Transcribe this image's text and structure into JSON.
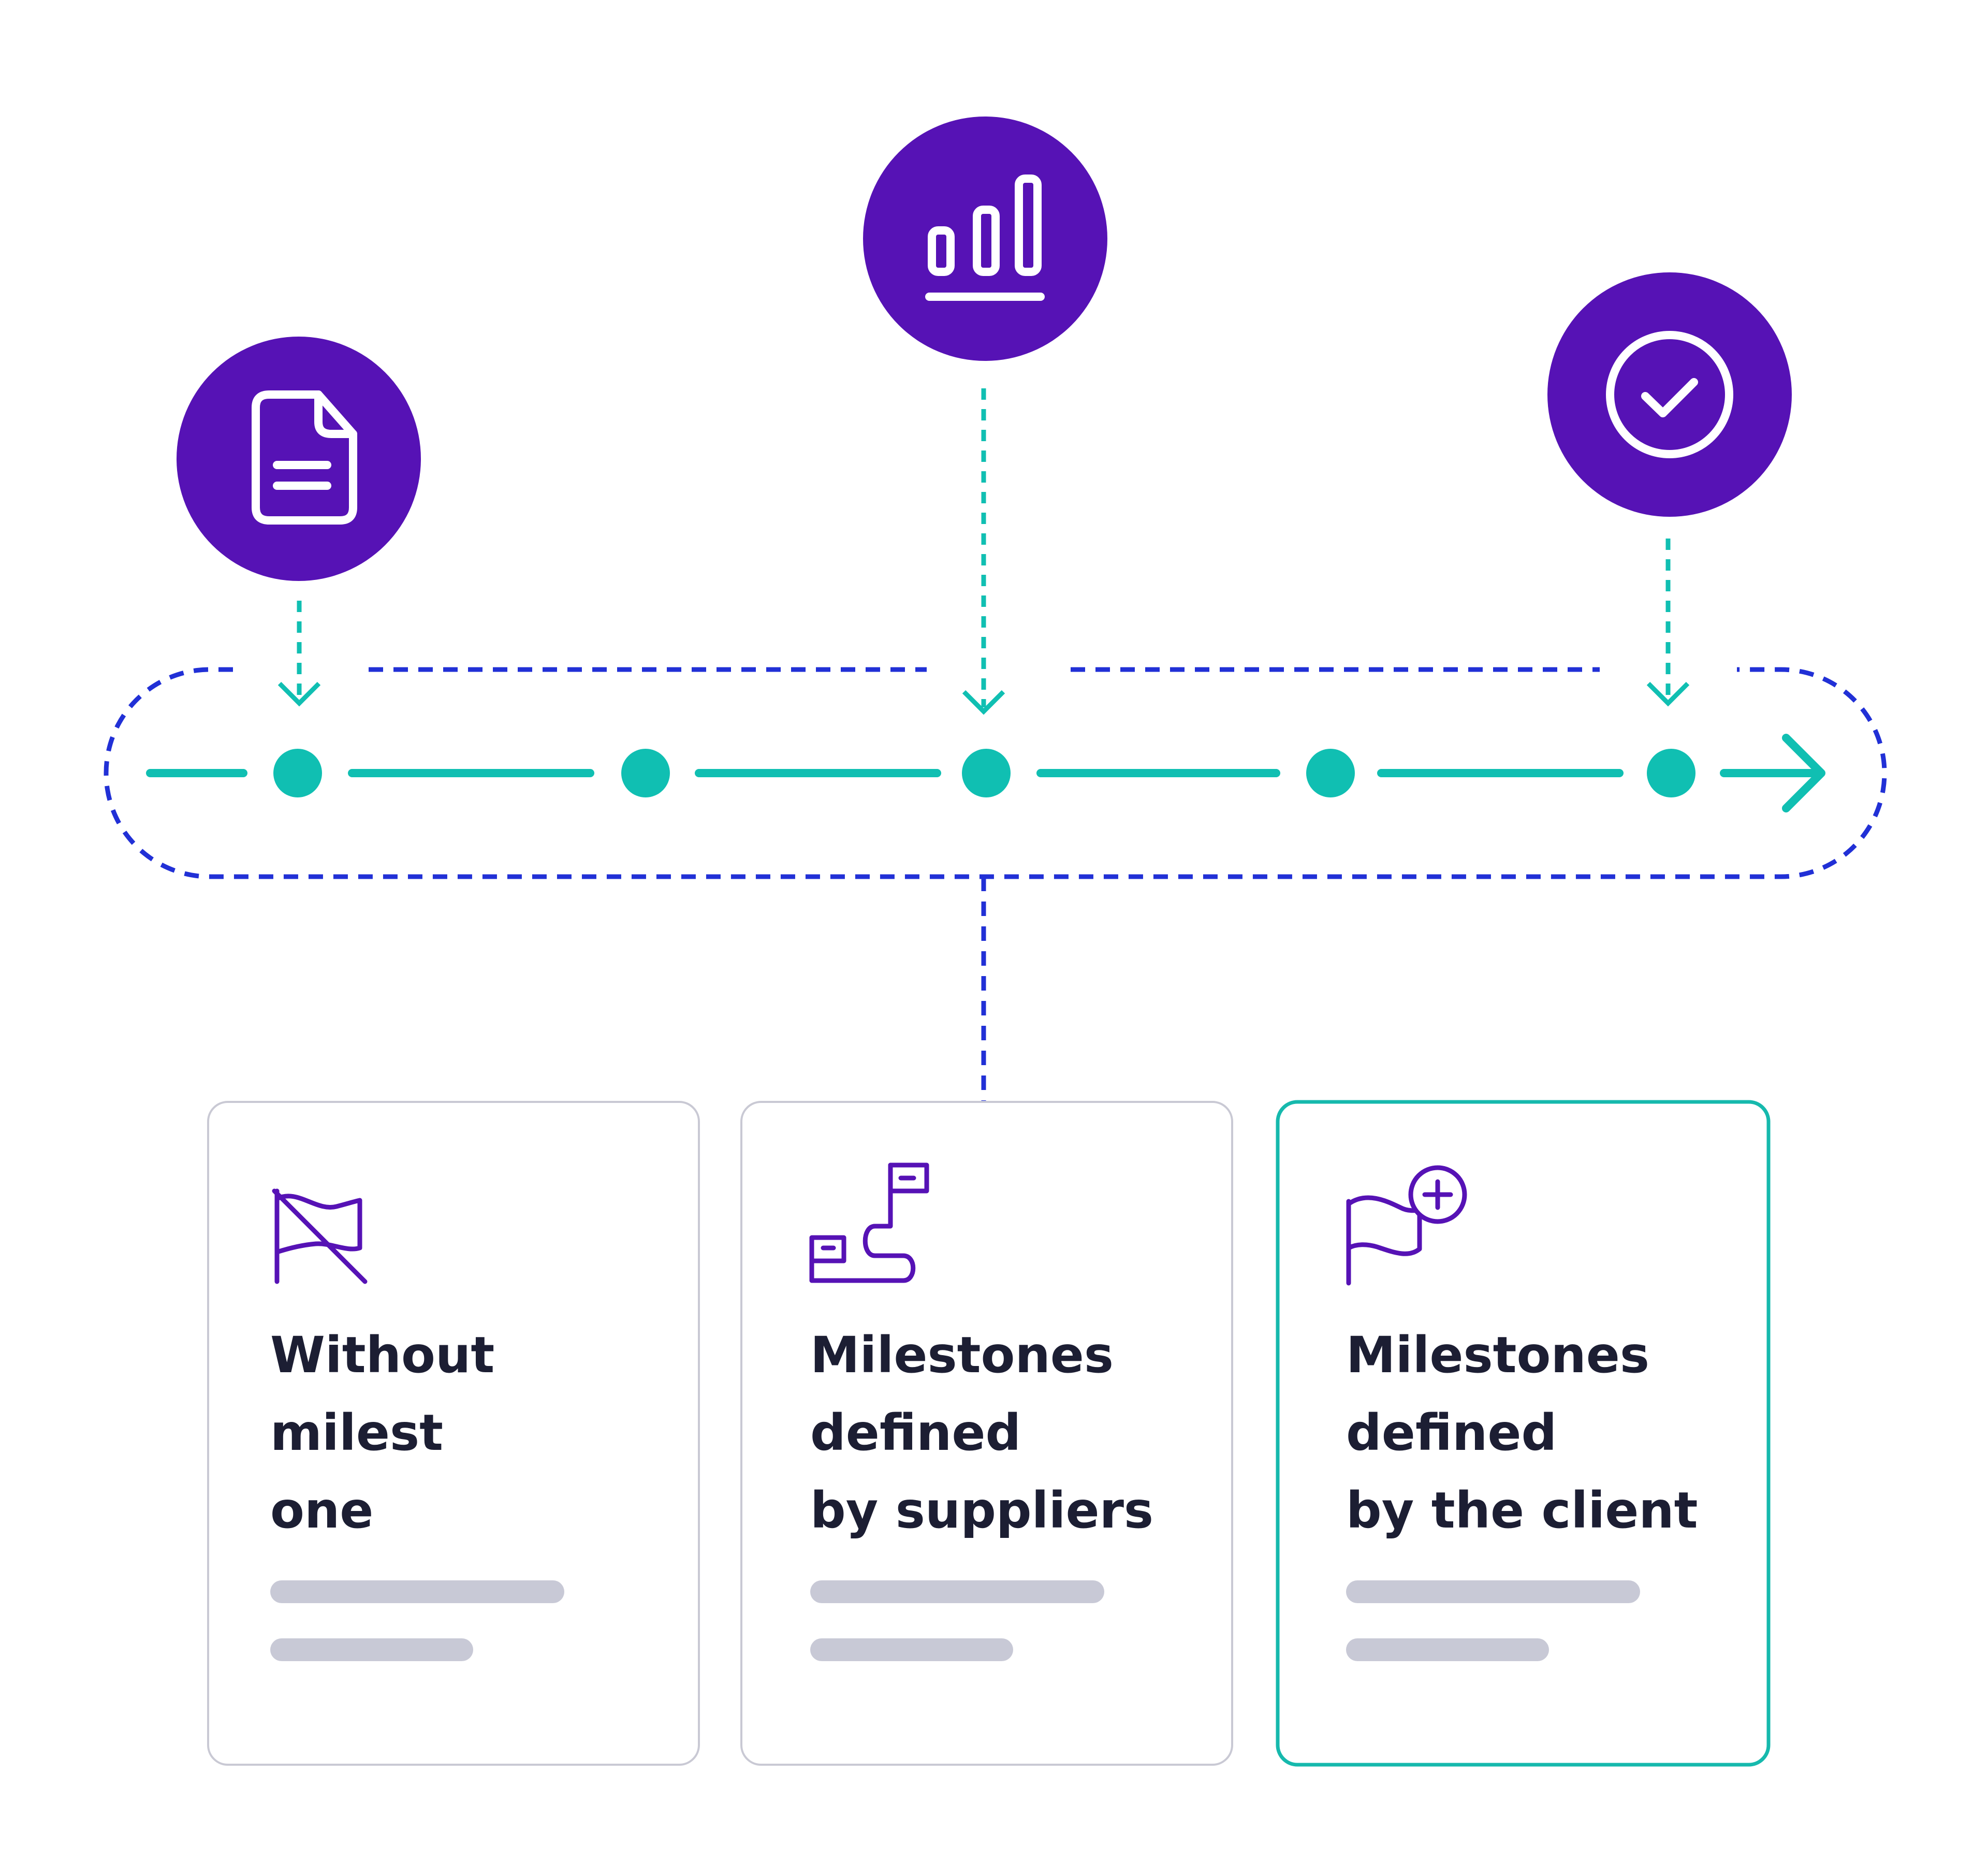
{
  "colors": {
    "purple": "#5612b5",
    "teal": "#10bfb2",
    "blue": "#2130d6",
    "ink": "#1c1e33",
    "card_border": "#c9c9d4",
    "placeholder": "#c8c9d6",
    "selected_border": "#16b9ad"
  },
  "milestone_icons": [
    {
      "icon": "document-icon"
    },
    {
      "icon": "bar-chart-icon"
    },
    {
      "icon": "check-circle-icon"
    }
  ],
  "timeline": {
    "dots": 5,
    "arrow_icon": "arrow-right-icon"
  },
  "cards": [
    {
      "icon": "flag-crossed-icon",
      "title_lines": [
        "Without",
        "milest",
        "one"
      ],
      "selected": false
    },
    {
      "icon": "flag-path-icon",
      "title_lines": [
        "Milestones",
        "defined",
        "by suppliers"
      ],
      "selected": false
    },
    {
      "icon": "flag-plus-icon",
      "title_lines": [
        "Milestones",
        "defined",
        "by the client"
      ],
      "selected": true
    }
  ]
}
